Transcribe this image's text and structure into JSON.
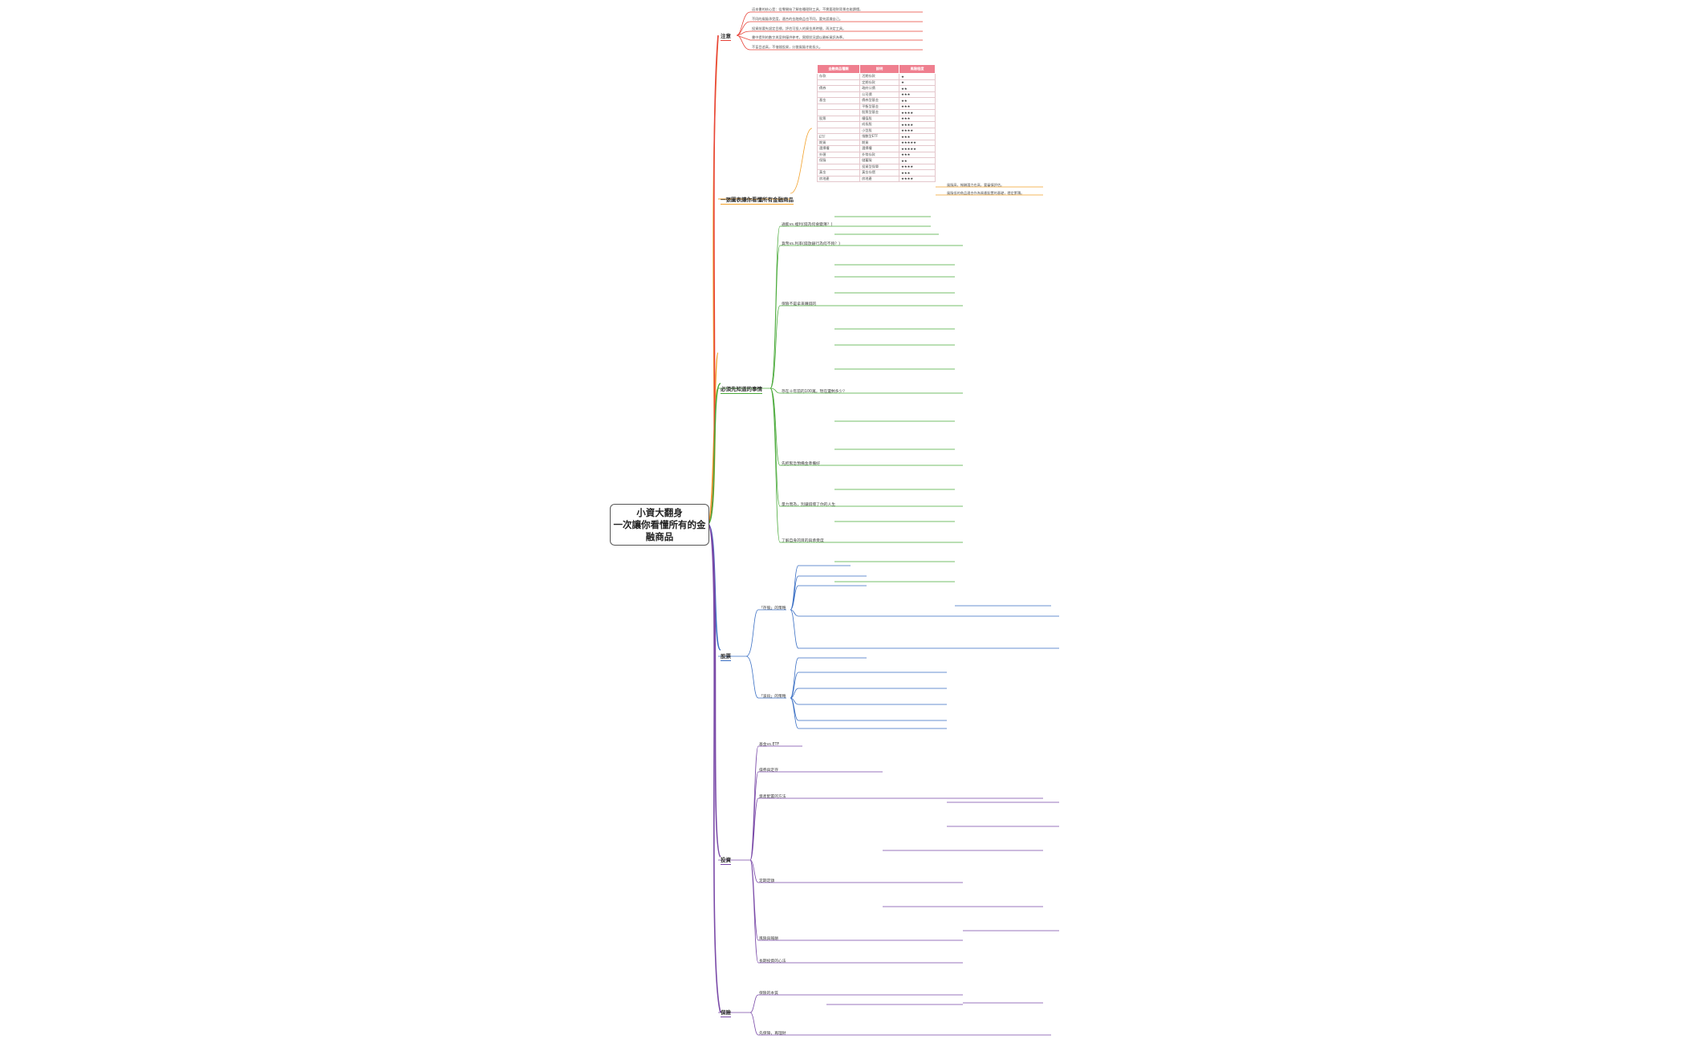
{
  "root": {
    "title": "小資大翻身\n一次讓你看懂所有的金融商品"
  },
  "colors": {
    "red": "#e8443a",
    "orange": "#f2a12a",
    "green": "#4aaa3a",
    "blue": "#3a6fc4",
    "purple": "#7a4aa8"
  },
  "branches": {
    "notes": {
      "label": "注意",
      "items": [
        "這本書的核心是：從零開始了解各種理財工具，不需要理財背景也能讀懂。",
        "不同的風險承受度，適合的金融商品也不同，要先認識自己。",
        "投資前要先設定目標，評估可投入的資金與時間，再決定工具。",
        "書中提到的數字與案例僅供參考，實際狀況請以最新資訊為準。",
        "不盲目追高，不借錢投資，分散風險才能長久。"
      ]
    },
    "overview": {
      "label": "一張圖表讓你看懂所有金融商品",
      "side": [
        "風險高，報酬潛力也高，要審慎評估。",
        "風險低的商品適合作為資產配置的基礎，穩定累積。"
      ]
    },
    "must_know": {
      "label": "必須先知道的事情",
      "subs": [
        "通膨vs.複利(錢為何會變薄？)",
        "貨幣vs.利率(錢放銀行為何不夠？)",
        "保險不是拿來賺錢的",
        "存在十年前的100萬，現在還剩多少？",
        "先把緊急預備金準備好",
        "量力而為，別讓錢壞了你的人生",
        "了解自身的目的與承受度"
      ]
    },
    "stocks": {
      "label": "股票",
      "subs": [
        "「存股」的策略",
        "「波段」的策略"
      ]
    },
    "funds": {
      "label": "投資",
      "subs": [
        "基金vs.ETF",
        "債券與定存",
        "資產配置的方法",
        "定期定額",
        "風險與報酬",
        "長期投資的心法"
      ]
    },
    "insurance": {
      "label": "保險",
      "subs": [
        "保險的本質",
        "先保障，再理財"
      ]
    }
  },
  "rating_table": {
    "headers": [
      "金融商品種類",
      "說明",
      "風險程度"
    ],
    "rows": [
      [
        "存款",
        "活期存款",
        "★"
      ],
      [
        "",
        "定期存款",
        "★"
      ],
      [
        "債券",
        "政府公債",
        "★★"
      ],
      [
        "",
        "公司債",
        "★★★"
      ],
      [
        "基金",
        "債券型基金",
        "★★"
      ],
      [
        "",
        "平衡型基金",
        "★★★"
      ],
      [
        "",
        "股票型基金",
        "★★★★"
      ],
      [
        "股票",
        "權值股",
        "★★★"
      ],
      [
        "",
        "成長股",
        "★★★★"
      ],
      [
        "",
        "小型股",
        "★★★★"
      ],
      [
        "ETF",
        "指數型ETF",
        "★★★"
      ],
      [
        "期貨",
        "期貨",
        "★★★★★"
      ],
      [
        "選擇權",
        "選擇權",
        "★★★★★"
      ],
      [
        "外匯",
        "外幣存款",
        "★★★"
      ],
      [
        "保險",
        "儲蓄險",
        "★★"
      ],
      [
        "",
        "投資型保單",
        "★★★★"
      ],
      [
        "黃金",
        "黃金存摺",
        "★★★"
      ],
      [
        "房地產",
        "房地產",
        "★★★★"
      ]
    ]
  }
}
